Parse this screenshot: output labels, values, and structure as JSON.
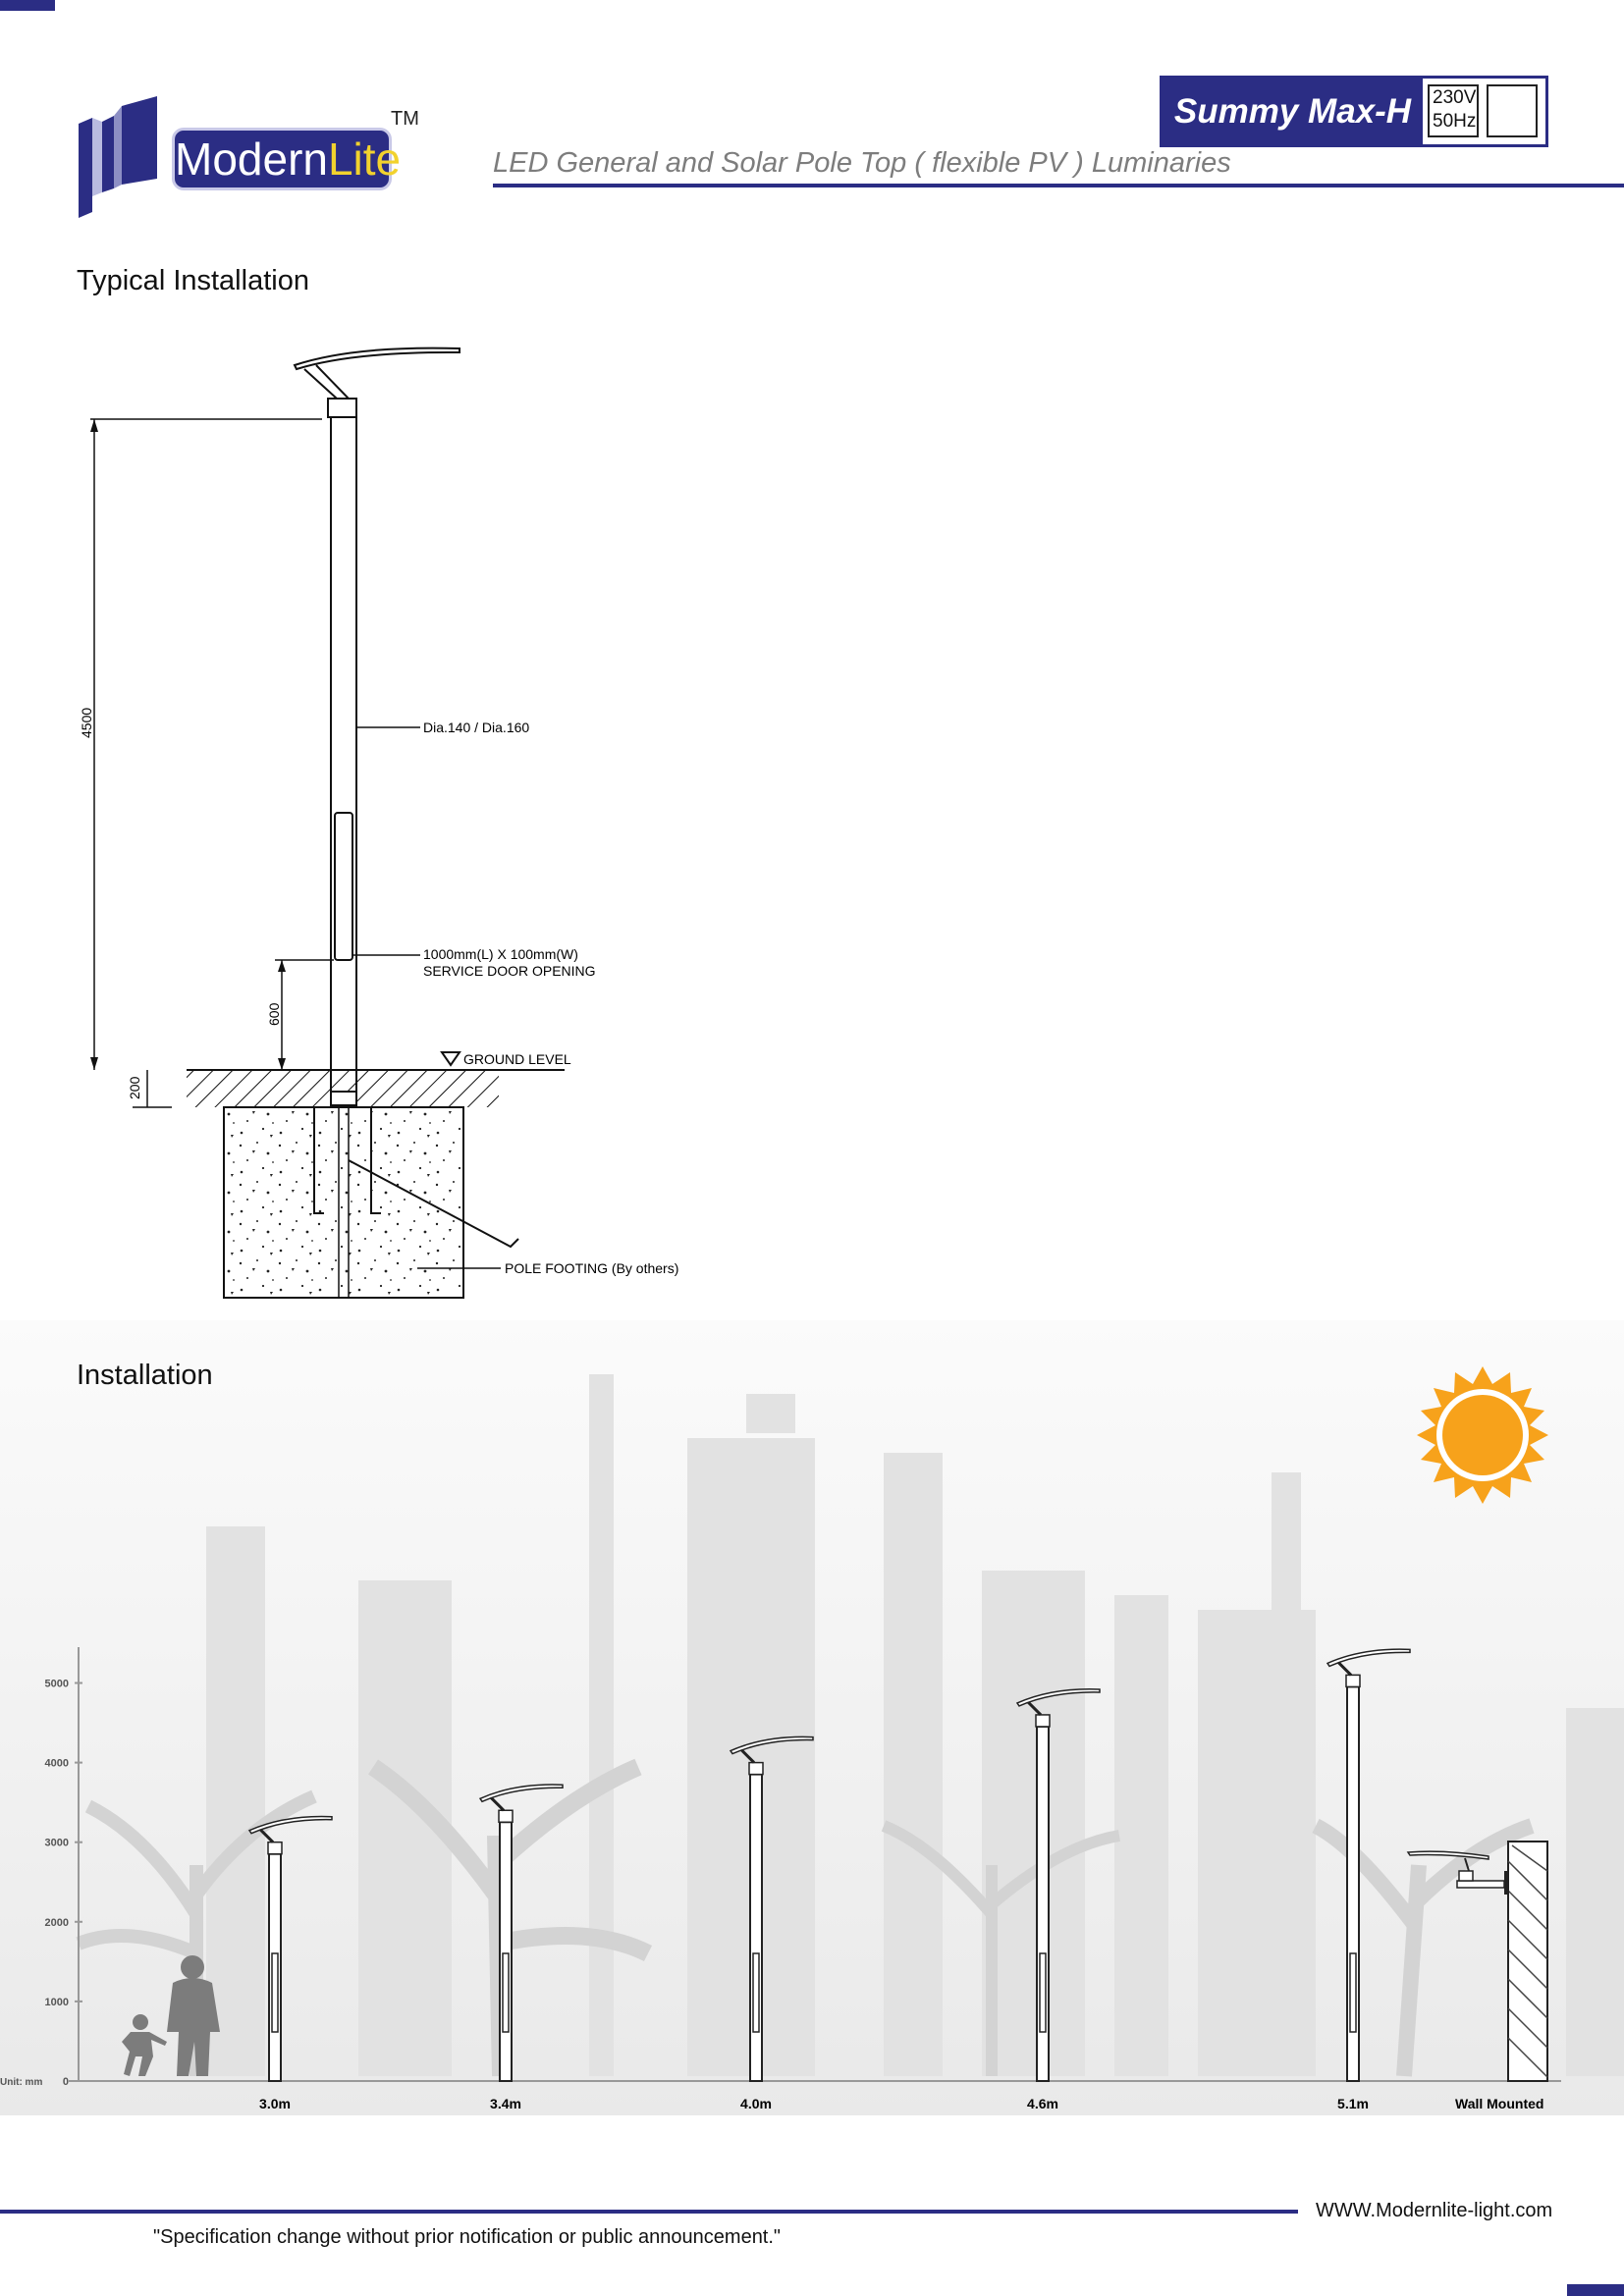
{
  "header": {
    "logo_text_main": "Modern",
    "logo_text_accent": "Lite",
    "logo_tm": "TM",
    "product_name": "Summy Max-H",
    "voltage": "230V",
    "frequency": "50Hz",
    "subtitle": "LED General and Solar Pole Top ( flexible PV ) Luminaries"
  },
  "typical": {
    "title": "Typical Installation",
    "dim_4500": "4500",
    "dim_600": "600",
    "dim_200": "200",
    "label_dia": "Dia.140 / Dia.160",
    "label_door_1": "1000mm(L) X 100mm(W)",
    "label_door_2": "SERVICE DOOR OPENING",
    "label_ground": "GROUND LEVEL",
    "label_footing": "POLE FOOTING (By others)"
  },
  "installation": {
    "title": "Installation",
    "unit_label": "Unit: mm",
    "y_ticks": [
      "0",
      "1000",
      "2000",
      "3000",
      "4000",
      "5000"
    ],
    "poles": [
      {
        "label": "3.0m",
        "height_mm": 3000
      },
      {
        "label": "3.4m",
        "height_mm": 3400
      },
      {
        "label": "4.0m",
        "height_mm": 4000
      },
      {
        "label": "4.6m",
        "height_mm": 4600
      },
      {
        "label": "5.1m",
        "height_mm": 5100
      }
    ],
    "wall_label": "Wall Mounted",
    "sun_color": "#f7a21b",
    "brand_color": "#2b2d84"
  },
  "footer": {
    "website": "WWW.Modernlite-light.com",
    "disclaimer": "\"Specification change without prior notification or public announcement.\""
  }
}
